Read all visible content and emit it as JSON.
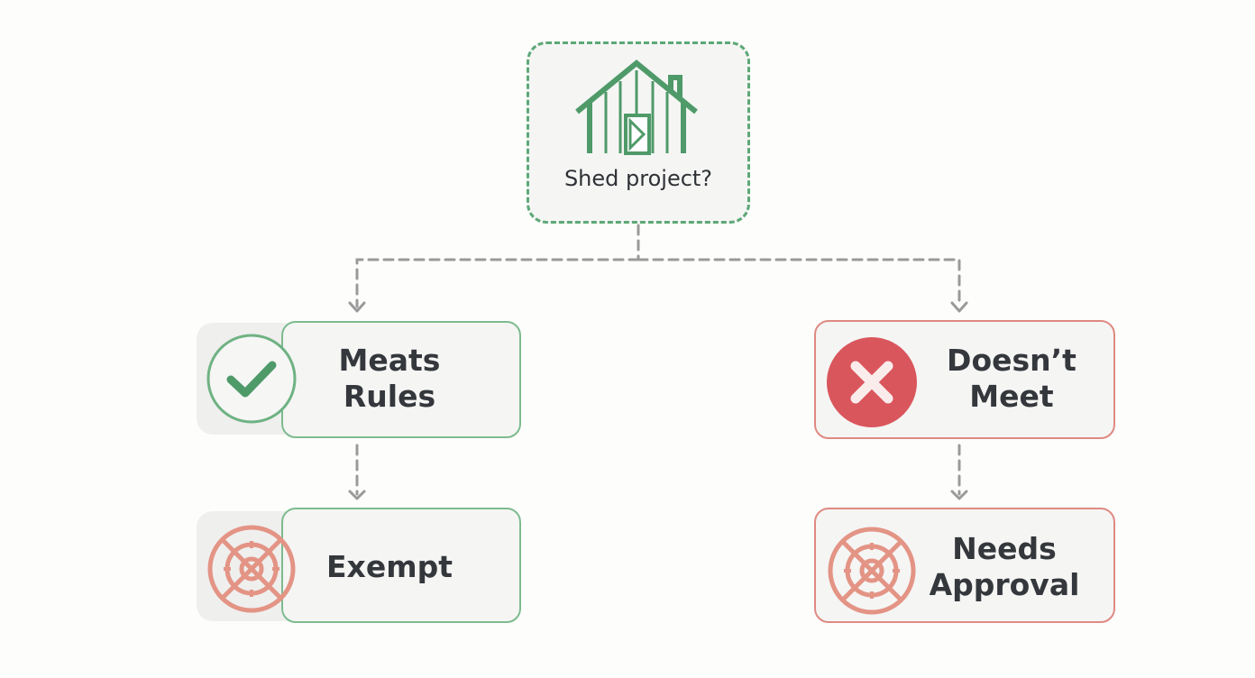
{
  "root": {
    "label": "Shed project?",
    "icon": "shed-house-icon"
  },
  "branches": [
    {
      "id": "left",
      "status": {
        "line1": "Meats",
        "line2": "Rules",
        "icon": "checkmark-circle-icon"
      },
      "outcome": {
        "line1": "Exempt",
        "icon": "crossed-out-target-icon"
      }
    },
    {
      "id": "right",
      "status": {
        "line1": "Doesn’t",
        "line2": "Meet",
        "icon": "x-circle-icon"
      },
      "outcome": {
        "line1": "Needs",
        "line2": "Approval",
        "icon": "crossed-out-target-icon"
      }
    }
  ],
  "colors": {
    "green": "#5da877",
    "green_border": "#7dbb8e",
    "red": "#d9565c",
    "red_border": "#df8a82",
    "salmon_icon": "#e39485",
    "connector": "#9a9a9a",
    "text": "#34373b"
  }
}
